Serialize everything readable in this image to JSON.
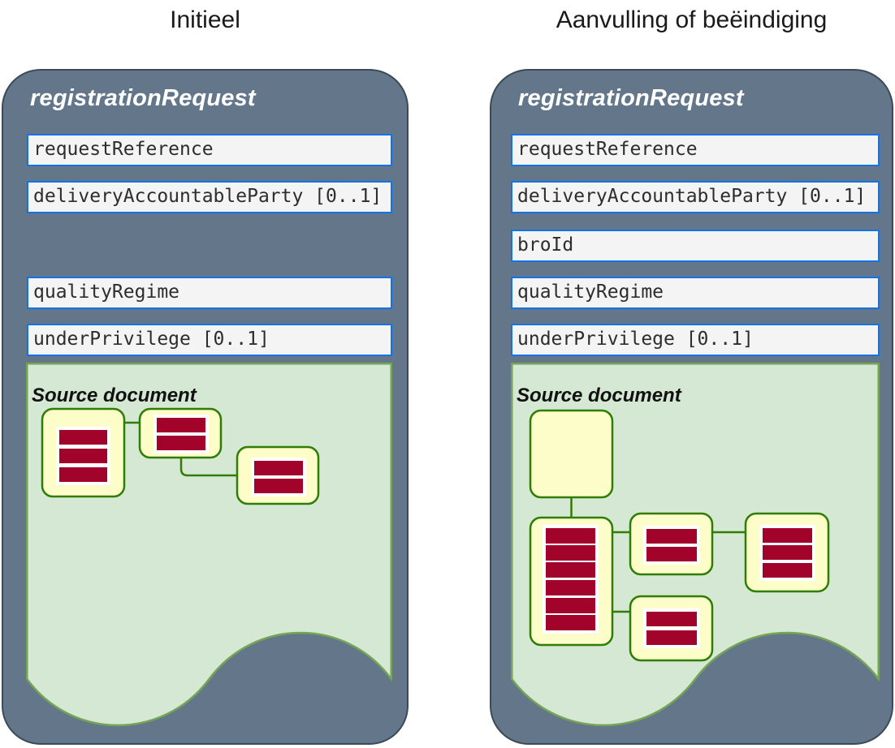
{
  "colors": {
    "slate": "#64778a",
    "slate_border": "#3c4a58",
    "field_fill": "#f4f4f4",
    "field_border": "#1273e6",
    "field_text": "#2d2d2d",
    "green_fill": "#d5e8d4",
    "green_stroke": "#74a455",
    "node_fill": "#fcfdc9",
    "node_stroke": "#2f7d02",
    "bar_red": "#a2032b",
    "heading_text": "#1a1a1a",
    "title_text": "#ffffff"
  },
  "columns": [
    {
      "heading": "Initieel",
      "panel": {
        "title": "registrationRequest",
        "fields": [
          {
            "label": "requestReference"
          },
          {
            "label": "deliveryAccountableParty [0..1]"
          },
          {
            "label": "qualityRegime"
          },
          {
            "label": "underPrivilege [0..1]"
          }
        ],
        "source_document": {
          "title": "Source document",
          "nodes": [
            {
              "bars": 3
            },
            {
              "bars": 2
            },
            {
              "bars": 2
            }
          ]
        }
      }
    },
    {
      "heading": "Aanvulling of beëindiging",
      "panel": {
        "title": "registrationRequest",
        "fields": [
          {
            "label": "requestReference"
          },
          {
            "label": "deliveryAccountableParty [0..1]"
          },
          {
            "label": "broId"
          },
          {
            "label": "qualityRegime"
          },
          {
            "label": "underPrivilege [0..1]"
          }
        ],
        "source_document": {
          "title": "Source document",
          "nodes": [
            {
              "bars": 0
            },
            {
              "bars": 6
            },
            {
              "bars": 2
            },
            {
              "bars": 3
            },
            {
              "bars": 2
            }
          ]
        }
      }
    }
  ]
}
